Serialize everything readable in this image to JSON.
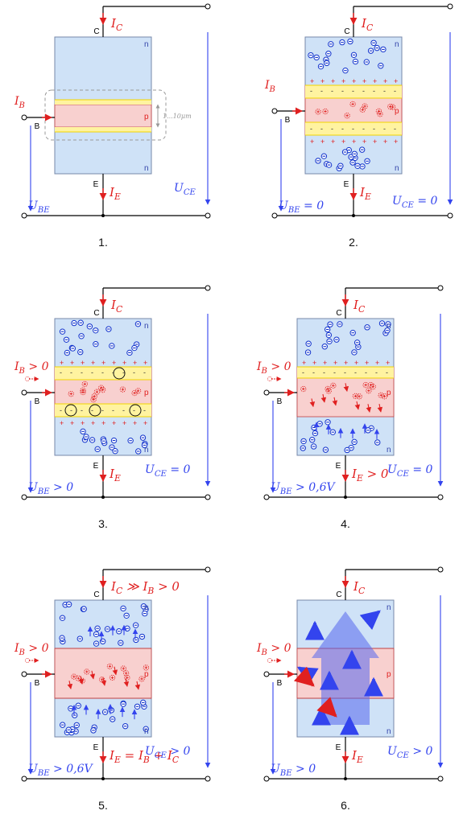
{
  "colors": {
    "n_region": "#cfe2f7",
    "p_region": "#f8d0cf",
    "depletion": "#fff3a0",
    "depletion_edge": "#f2d400",
    "current_red": "#e02020",
    "voltage_blue": "#3344ee",
    "wire": "#000000",
    "electron": "#1133cc"
  },
  "icons": {
    "electron": "electron-minus-circle-icon",
    "hole": "hole-plus-dotted-circle-icon",
    "flow": "arrow-icon"
  },
  "panels": [
    {
      "number": "1.",
      "collector_current": "I_C",
      "base_current": "I_B",
      "emitter_current": "I_E",
      "ube": "U_BE",
      "uce": "U_CE",
      "thickness": "1...10μm",
      "regions": [
        "n",
        "p",
        "n"
      ],
      "terminals": [
        "C",
        "B",
        "E"
      ]
    },
    {
      "number": "2.",
      "collector_current": "I_C",
      "base_current": "I_B",
      "emitter_current": "I_E",
      "ube": "U_BE = 0",
      "uce": "U_CE = 0",
      "regions": [
        "n",
        "p",
        "n"
      ],
      "terminals": [
        "C",
        "B",
        "E"
      ]
    },
    {
      "number": "3.",
      "collector_current": "I_C",
      "base_current": "I_B > 0",
      "emitter_current": "I_E",
      "ube": "U_BE > 0",
      "uce": "U_CE = 0",
      "regions": [
        "n",
        "p",
        "n"
      ],
      "terminals": [
        "C",
        "B",
        "E"
      ]
    },
    {
      "number": "4.",
      "collector_current": "I_C",
      "base_current": "I_B > 0",
      "emitter_current": "I_E > 0",
      "ube": "U_BE > 0,6V",
      "uce": "U_CE = 0",
      "regions": [
        "n",
        "p",
        "n"
      ],
      "terminals": [
        "C",
        "B",
        "E"
      ]
    },
    {
      "number": "5.",
      "collector_current": "I_C ≫ I_B > 0",
      "base_current": "I_B > 0",
      "emitter_current": "I_E = I_B + I_C",
      "ube": "U_BE > 0,6V",
      "uce": "U_CE > 0",
      "regions": [
        "n",
        "p",
        "n"
      ],
      "terminals": [
        "C",
        "B",
        "E"
      ]
    },
    {
      "number": "6.",
      "collector_current": "I_C",
      "base_current": "I_B > 0",
      "emitter_current": "I_E",
      "ube": "U_BE > 0",
      "uce": "U_CE > 0",
      "regions": [
        "n",
        "p",
        "n"
      ],
      "terminals": [
        "C",
        "B",
        "E"
      ]
    }
  ]
}
